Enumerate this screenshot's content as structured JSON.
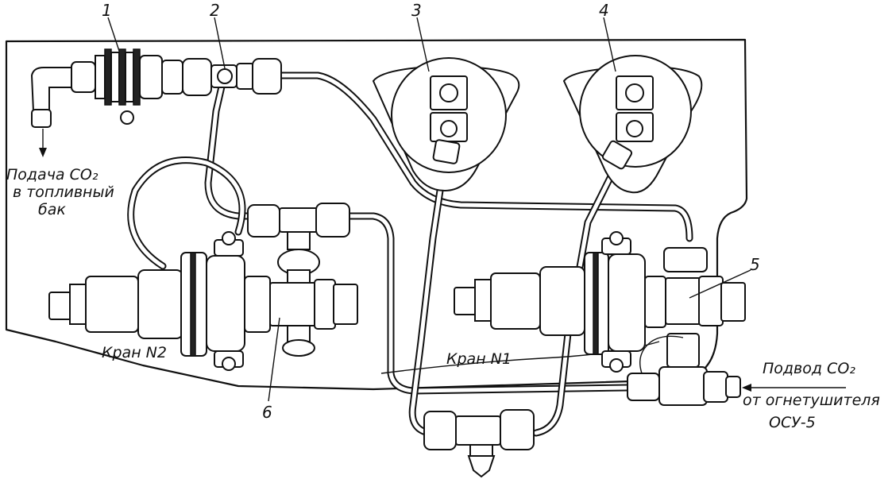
{
  "diagram": {
    "callouts": [
      "1",
      "2",
      "3",
      "4",
      "5",
      "6"
    ],
    "labels": {
      "supply_left": [
        "Подача CO₂",
        "в топливный",
        "бак"
      ],
      "valve_2": "Кран N2",
      "valve_1": "Кран N1",
      "supply_right": [
        "Подвод CO₂",
        "от огнетушителя",
        "ОСУ-5"
      ]
    }
  }
}
